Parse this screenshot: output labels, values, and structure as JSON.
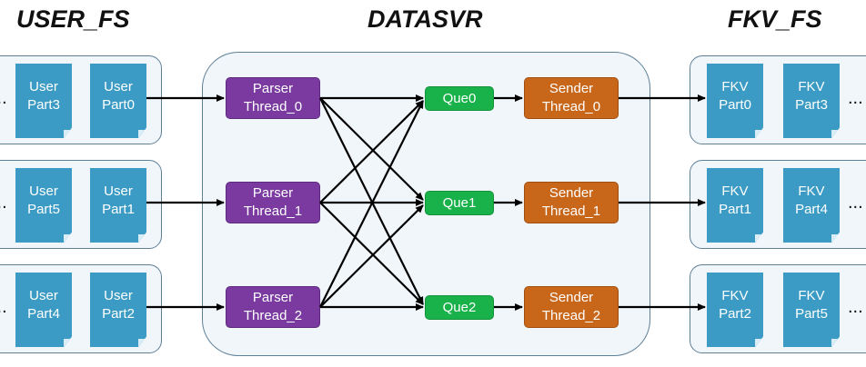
{
  "titles": {
    "user_fs": "USER_FS",
    "datasvr": "DATASVR",
    "fkv_fs": "FKV_FS"
  },
  "ellipsis": "...",
  "user_rows": [
    {
      "files": [
        "User\nPart3",
        "User\nPart0"
      ]
    },
    {
      "files": [
        "User\nPart5",
        "User\nPart1"
      ]
    },
    {
      "files": [
        "User\nPart4",
        "User\nPart2"
      ]
    }
  ],
  "parsers": [
    "Parser\nThread_0",
    "Parser\nThread_1",
    "Parser\nThread_2"
  ],
  "queues": [
    "Que0",
    "Que1",
    "Que2"
  ],
  "senders": [
    "Sender\nThread_0",
    "Sender\nThread_1",
    "Sender\nThread_2"
  ],
  "fkv_rows": [
    {
      "files": [
        "FKV\nPart0",
        "FKV\nPart3"
      ]
    },
    {
      "files": [
        "FKV\nPart1",
        "FKV\nPart4"
      ]
    },
    {
      "files": [
        "FKV\nPart2",
        "FKV\nPart5"
      ]
    }
  ],
  "colors": {
    "file": "#3b9bc4",
    "parser": "#7a3aa0",
    "queue": "#19b14a",
    "sender": "#c8661a",
    "panel": "#f1f6fb",
    "panel_border": "#5f7f96"
  }
}
